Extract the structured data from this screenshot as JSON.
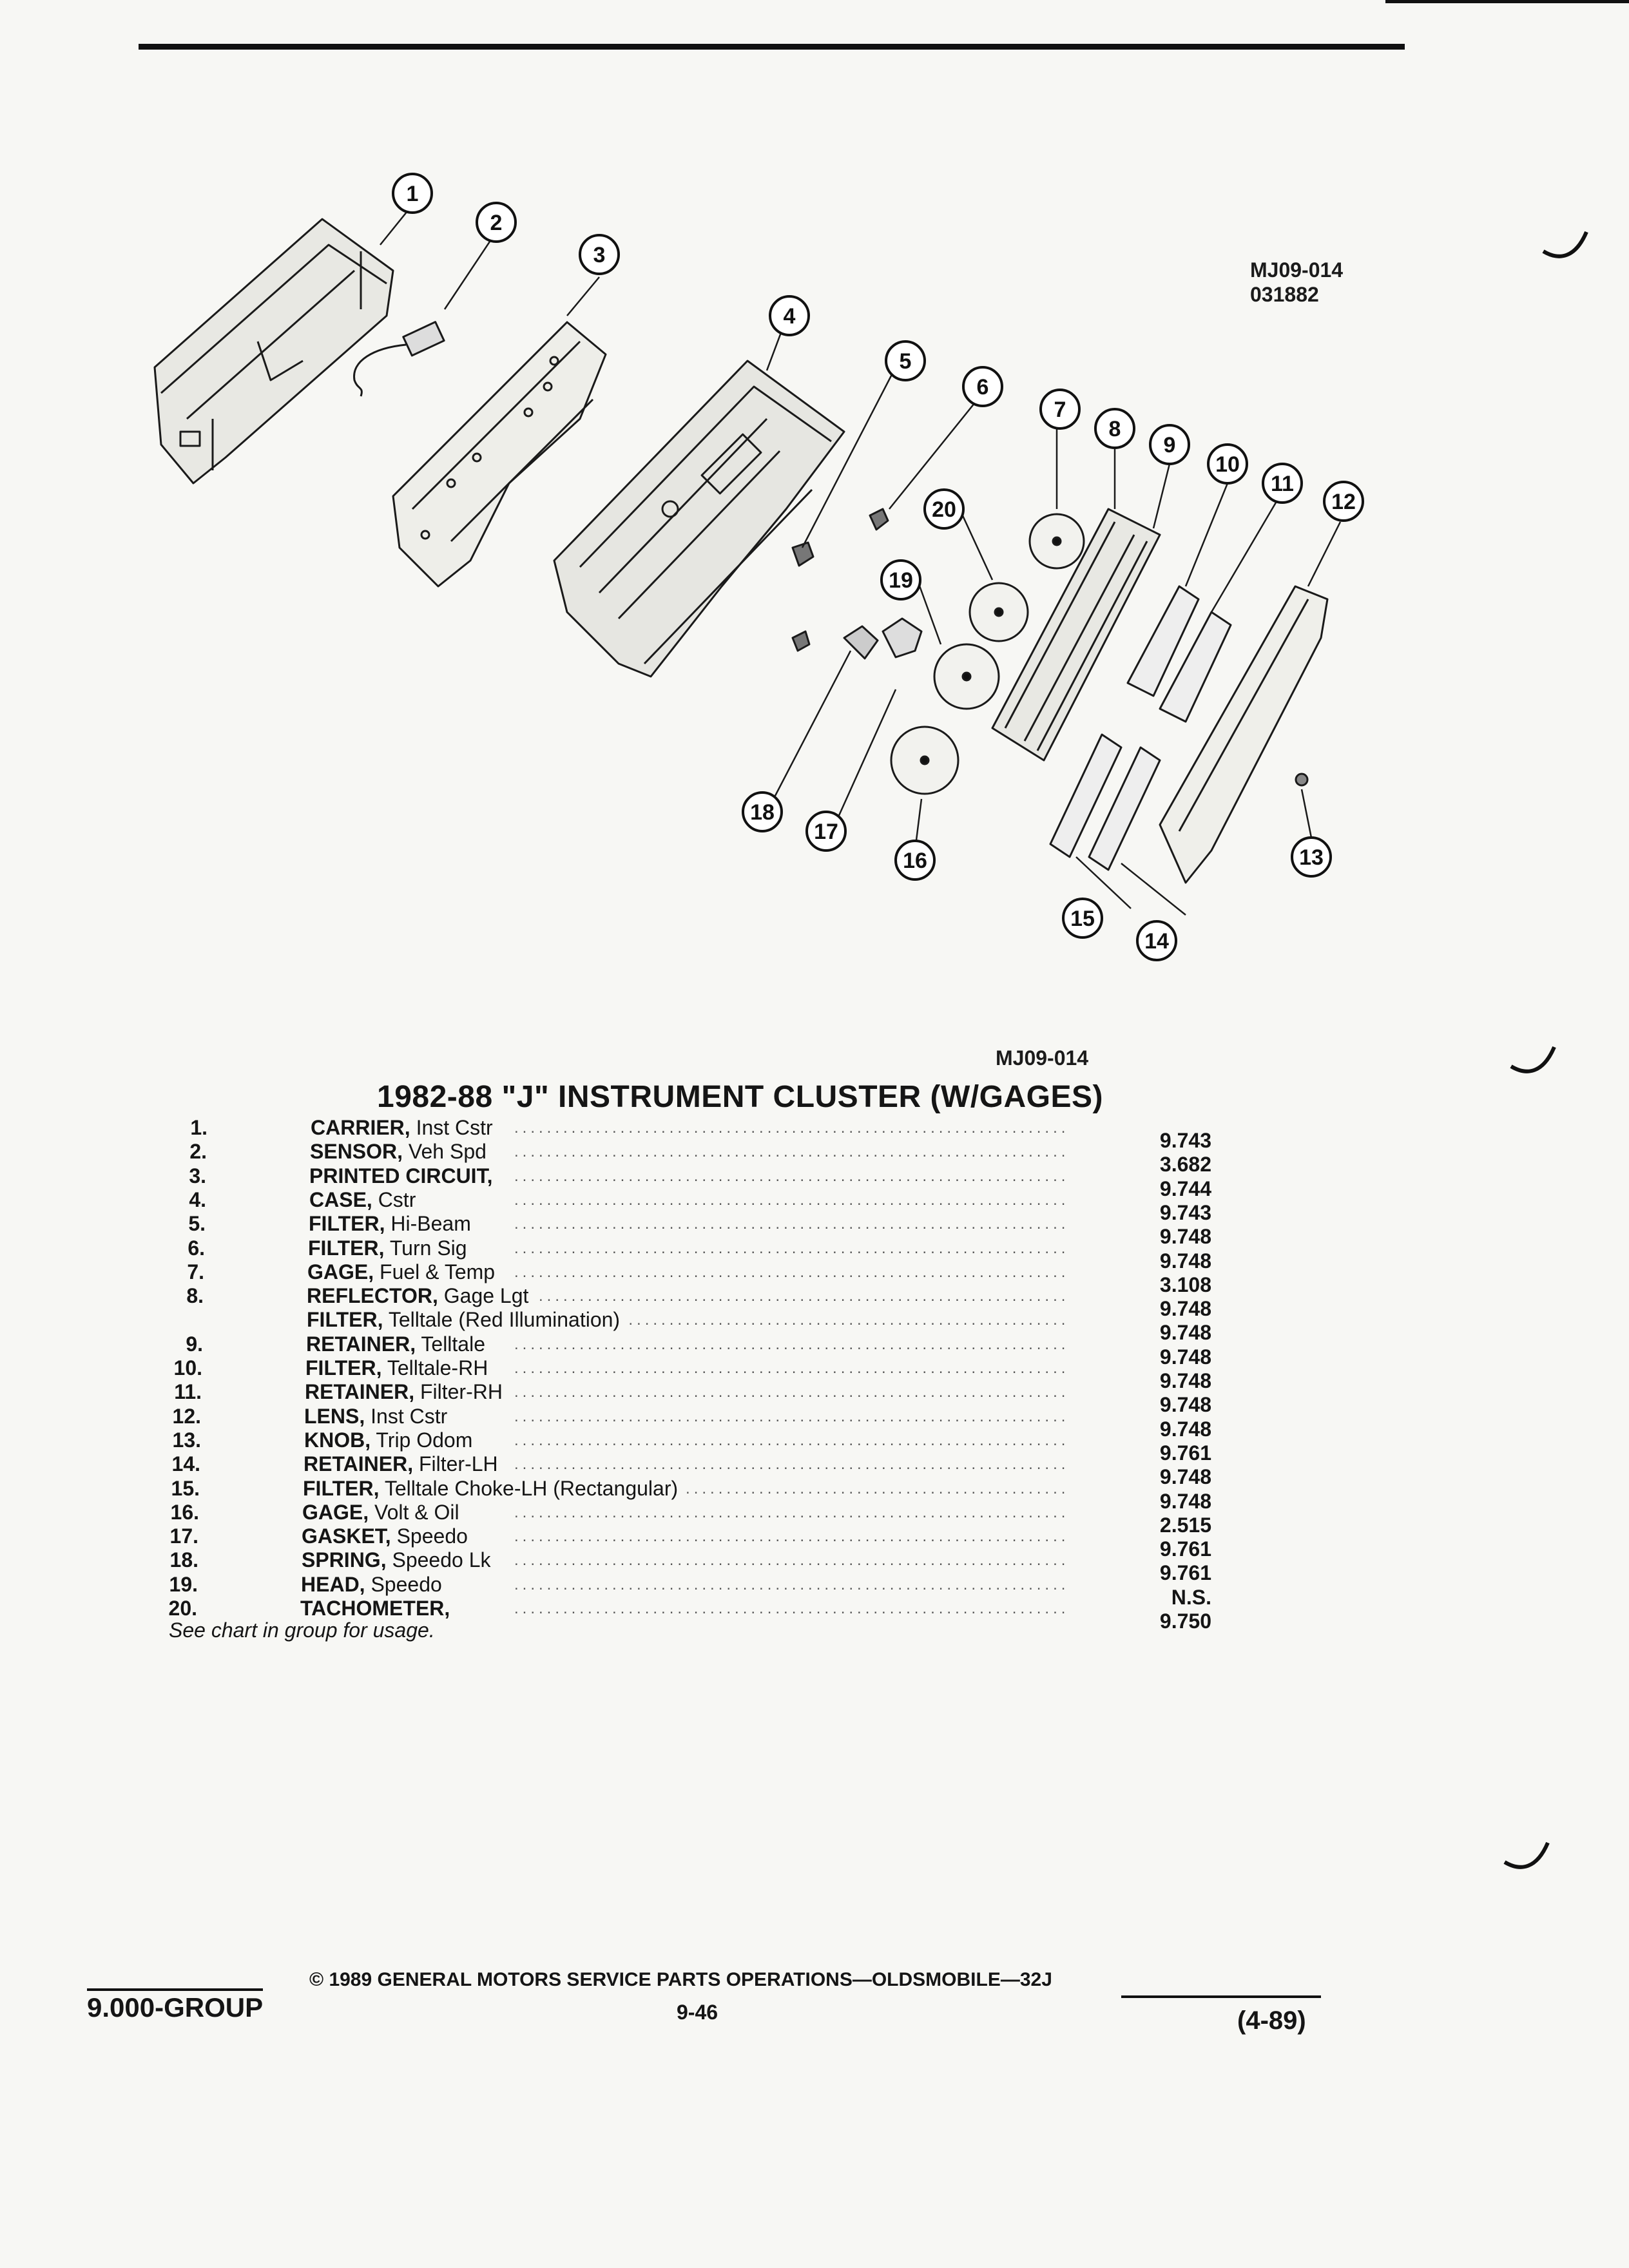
{
  "figure": {
    "code_top": "MJ09-014",
    "date_code": "031882",
    "code_bottom": "MJ09-014",
    "callouts": [
      "1",
      "2",
      "3",
      "4",
      "5",
      "6",
      "7",
      "8",
      "9",
      "10",
      "11",
      "12",
      "13",
      "14",
      "15",
      "16",
      "17",
      "18",
      "19",
      "20"
    ]
  },
  "title": "1982-88 \"J\" INSTRUMENT CLUSTER (W/GAGES)",
  "parts": [
    {
      "num": "1.",
      "name": "CARRIER,",
      "desc": " Inst Cstr",
      "price": "9.743"
    },
    {
      "num": "2.",
      "name": "SENSOR,",
      "desc": " Veh Spd",
      "price": "3.682"
    },
    {
      "num": "3.",
      "name": "PRINTED CIRCUIT,",
      "desc": "",
      "price": "9.744"
    },
    {
      "num": "4.",
      "name": "CASE,",
      "desc": " Cstr",
      "price": "9.743"
    },
    {
      "num": "5.",
      "name": "FILTER,",
      "desc": " Hi-Beam",
      "price": "9.748"
    },
    {
      "num": "6.",
      "name": "FILTER,",
      "desc": " Turn Sig",
      "price": "9.748"
    },
    {
      "num": "7.",
      "name": "GAGE,",
      "desc": " Fuel & Temp",
      "price": "3.108"
    },
    {
      "num": "8.",
      "name": "REFLECTOR,",
      "desc": " Gage Lgt",
      "price": "9.748"
    },
    {
      "num": "",
      "name": "FILTER,",
      "desc": " Telltale (Red Illumination)",
      "price": "9.748"
    },
    {
      "num": "9.",
      "name": "RETAINER,",
      "desc": " Telltale",
      "price": "9.748"
    },
    {
      "num": "10.",
      "name": "FILTER,",
      "desc": " Telltale-RH",
      "price": "9.748"
    },
    {
      "num": "11.",
      "name": "RETAINER,",
      "desc": " Filter-RH",
      "price": "9.748"
    },
    {
      "num": "12.",
      "name": "LENS,",
      "desc": " Inst Cstr",
      "price": "9.748"
    },
    {
      "num": "13.",
      "name": "KNOB,",
      "desc": " Trip Odom",
      "price": "9.761"
    },
    {
      "num": "14.",
      "name": "RETAINER,",
      "desc": " Filter-LH",
      "price": "9.748"
    },
    {
      "num": "15.",
      "name": "FILTER,",
      "desc": " Telltale Choke-LH (Rectangular)",
      "price": "9.748"
    },
    {
      "num": "16.",
      "name": "GAGE,",
      "desc": " Volt & Oil",
      "price": "2.515"
    },
    {
      "num": "17.",
      "name": "GASKET,",
      "desc": " Speedo",
      "price": "9.761"
    },
    {
      "num": "18.",
      "name": "SPRING,",
      "desc": " Speedo Lk",
      "price": "9.761"
    },
    {
      "num": "19.",
      "name": "HEAD,",
      "desc": " Speedo",
      "price": "N.S."
    },
    {
      "num": "20.",
      "name": "TACHOMETER,",
      "desc": "",
      "price": "9.750"
    }
  ],
  "note": "See chart in group for usage.",
  "footer": {
    "group": "9.000-GROUP",
    "copyright": "© 1989 GENERAL MOTORS SERVICE PARTS OPERATIONS—OLDSMOBILE—32J",
    "page": "9-46",
    "date": "(4-89)"
  }
}
